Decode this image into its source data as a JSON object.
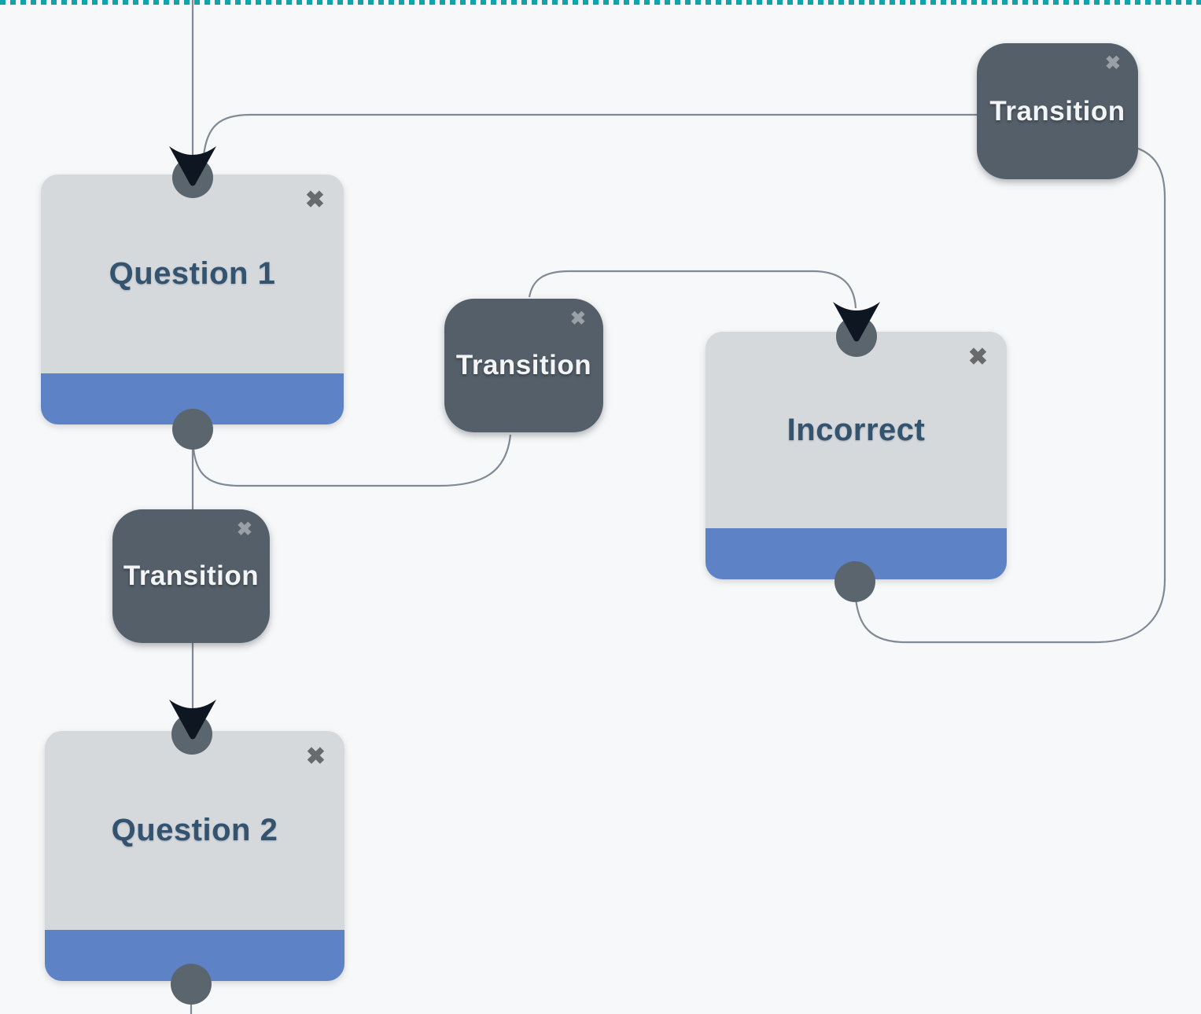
{
  "canvas": {
    "type": "workflow-editor",
    "boundary_color": "#10a3a8",
    "background_color": "#f7f8f9"
  },
  "nodes": {
    "question1": {
      "label": "Question 1",
      "type": "state"
    },
    "question2": {
      "label": "Question 2",
      "type": "state"
    },
    "incorrect": {
      "label": "Incorrect",
      "type": "state"
    },
    "transition_top_right": {
      "label": "Transition",
      "type": "transition"
    },
    "transition_middle": {
      "label": "Transition",
      "type": "transition"
    },
    "transition_left": {
      "label": "Transition",
      "type": "transition"
    }
  },
  "icons": {
    "close_glyph": "✖"
  },
  "colors": {
    "state_body": "#d6d9dc",
    "state_footer": "#5e82c6",
    "state_title": "#33536f",
    "transition_bg": "#545f69",
    "transition_title": "#f2f4f5",
    "port": "#5b656e",
    "edge": "#6b7785",
    "arrowhead": "#0e1622"
  },
  "connections": [
    {
      "from": "canvas-top",
      "to": "question1-top"
    },
    {
      "from": "transition_top_right",
      "to": "question1-top"
    },
    {
      "from": "question1-bottom",
      "to": "transition_left"
    },
    {
      "from": "transition_left",
      "to": "question2-top"
    },
    {
      "from": "question1-bottom",
      "to": "transition_middle"
    },
    {
      "from": "transition_middle",
      "to": "incorrect-top"
    },
    {
      "from": "incorrect-bottom",
      "to": "transition_top_right"
    },
    {
      "from": "question2-bottom",
      "to": "canvas-bottom"
    }
  ]
}
